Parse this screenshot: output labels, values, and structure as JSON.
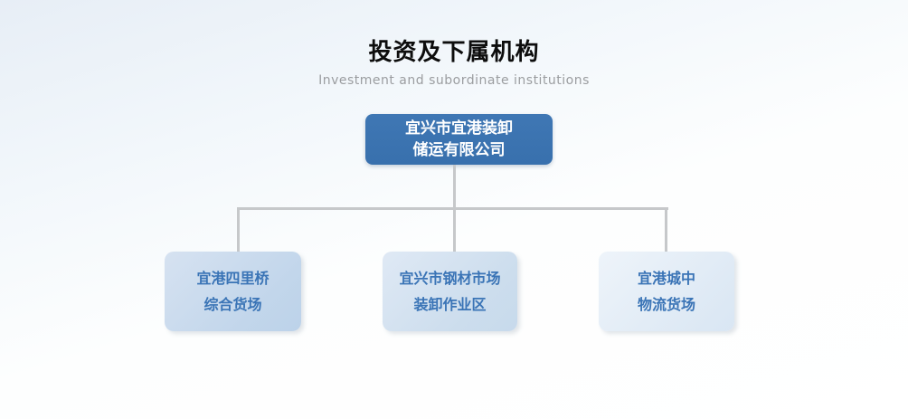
{
  "header": {
    "title": "投资及下属机构",
    "subtitle": "Investment and subordinate institutions"
  },
  "org_chart": {
    "type": "org-tree",
    "root": {
      "name": "宜兴市宜港装卸储运有限公司",
      "line1": "宜兴市宜港装卸",
      "line2": "储运有限公司"
    },
    "children": [
      {
        "name": "宜港四里桥综合货场",
        "line1": "宜港四里桥",
        "line2": "综合货场"
      },
      {
        "name": "宜兴市钢材市场装卸作业区",
        "line1": "宜兴市钢材市场",
        "line2": "装卸作业区"
      },
      {
        "name": "宜港城中物流货场",
        "line1": "宜港城中",
        "line2": "物流货场"
      }
    ],
    "colors": {
      "root_fill": "#3a72b0",
      "root_text": "#ffffff",
      "child_fill_left": "#c5d8ec",
      "child_fill_middle": "#cfdeef",
      "child_fill_right": "#e4edf7",
      "child_text": "#3a74b6",
      "connector": "#c6c8ca",
      "title_text": "#0d0d0d",
      "subtitle_text": "#9b9da0"
    }
  }
}
